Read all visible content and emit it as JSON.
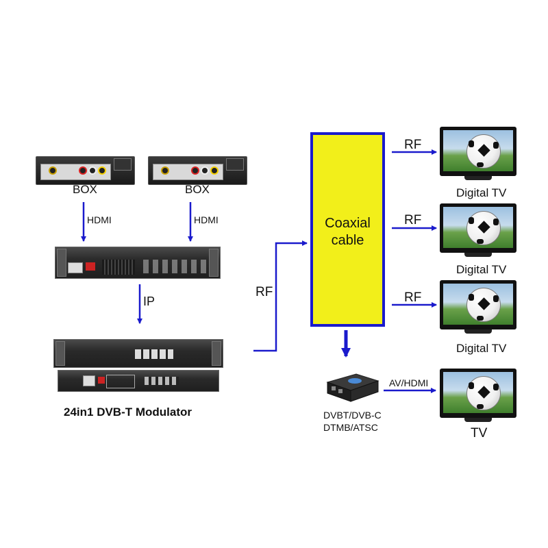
{
  "sources": {
    "box_left": "BOX",
    "box_right": "BOX"
  },
  "links": {
    "hdmi_left": "HDMI",
    "hdmi_right": "HDMI",
    "ip": "IP",
    "rf_to_coax": "RF",
    "rf_tv1": "RF",
    "rf_tv2": "RF",
    "rf_tv3": "RF",
    "av_hdmi": "AV/HDMI"
  },
  "modulator": {
    "label": "24in1 DVB-T Modulator"
  },
  "coax": {
    "line1": "Coaxial",
    "line2": "cable"
  },
  "receiver": {
    "line1": "DVBT/DVB-C",
    "line2": "DTMB/ATSC"
  },
  "outputs": {
    "tv1": "Digital TV",
    "tv2": "Digital TV",
    "tv3": "Digital TV",
    "tv4": "TV"
  },
  "colors": {
    "arrow": "#1a1acc",
    "coax_fill": "#f2ef1a",
    "coax_border": "#1a1acc"
  },
  "icons": [
    "set-top-box",
    "encoder-rack",
    "modulator-rack",
    "receiver-box",
    "television-icon",
    "soccer-ball"
  ]
}
